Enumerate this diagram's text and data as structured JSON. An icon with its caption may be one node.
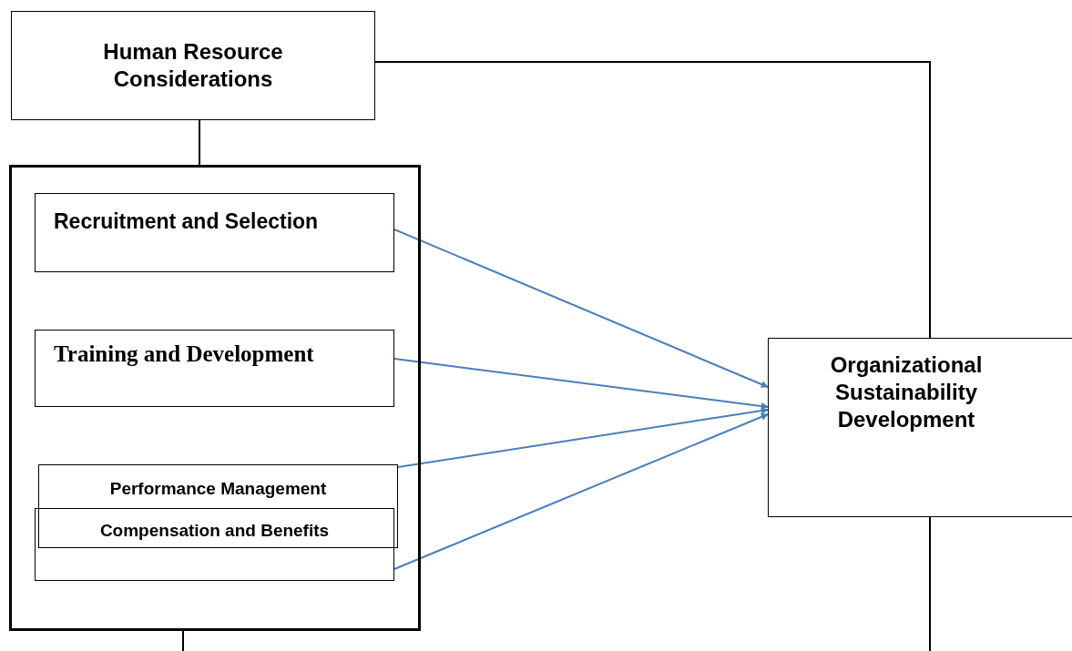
{
  "diagram": {
    "nodes": [
      {
        "text": [
          "Human Resource Considerations"
        ]
      },
      {
        "text": [],
        "shape": "box"
      },
      {
        "text": [
          "Recruitment and Selection"
        ],
        "in": 1
      },
      {
        "text": [
          "Training and Development"
        ],
        "in": 1
      },
      {
        "text": [
          "Performance Management"
        ],
        "in": 1
      },
      {
        "text": [
          "Compensation and Benefits"
        ],
        "in": 1
      },
      {
        "text": [
          "Organizational Sustainability Development"
        ]
      }
    ],
    "edges": [
      {
        "from": 0,
        "to": 1,
        "arrow": "none"
      },
      {
        "from": 0,
        "to": 6,
        "arrow": "none"
      },
      {
        "from": 2,
        "to": 6,
        "arrow": "to",
        "color": "#4a7ebb"
      },
      {
        "from": 3,
        "to": 6,
        "arrow": "to",
        "color": "#4a7ebb"
      },
      {
        "from": 4,
        "to": 6,
        "arrow": "to",
        "color": "#4a7ebb"
      },
      {
        "from": 5,
        "to": 6,
        "arrow": "to",
        "color": "#4a7ebb"
      },
      {
        "from": 1,
        "to": null,
        "arrow": "none"
      },
      {
        "from": 6,
        "to": null,
        "arrow": "none"
      }
    ]
  }
}
